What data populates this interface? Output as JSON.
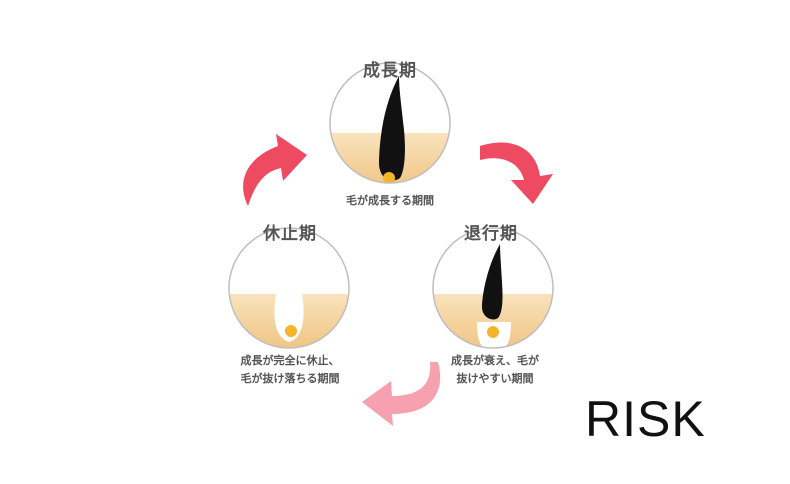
{
  "phases": [
    {
      "title": "成長期",
      "desc_lines": [
        "毛が成長する期間"
      ]
    },
    {
      "title": "退行期",
      "desc_lines": [
        "成長が衰え、毛が",
        "抜けやすい期間"
      ]
    },
    {
      "title": "休止期",
      "desc_lines": [
        "成長が完全に休止、",
        "毛が抜け落ちる期間"
      ]
    }
  ],
  "risk_label": "RISK",
  "colors": {
    "skin_top": "#f9e3bd",
    "skin_bottom": "#efc27e",
    "hair": "#111111",
    "bulb": "#f5b52a",
    "arrow_dark": "#ee4b63",
    "arrow_light": "#f7a0b0",
    "circle_stroke": "#bfbfbf"
  }
}
